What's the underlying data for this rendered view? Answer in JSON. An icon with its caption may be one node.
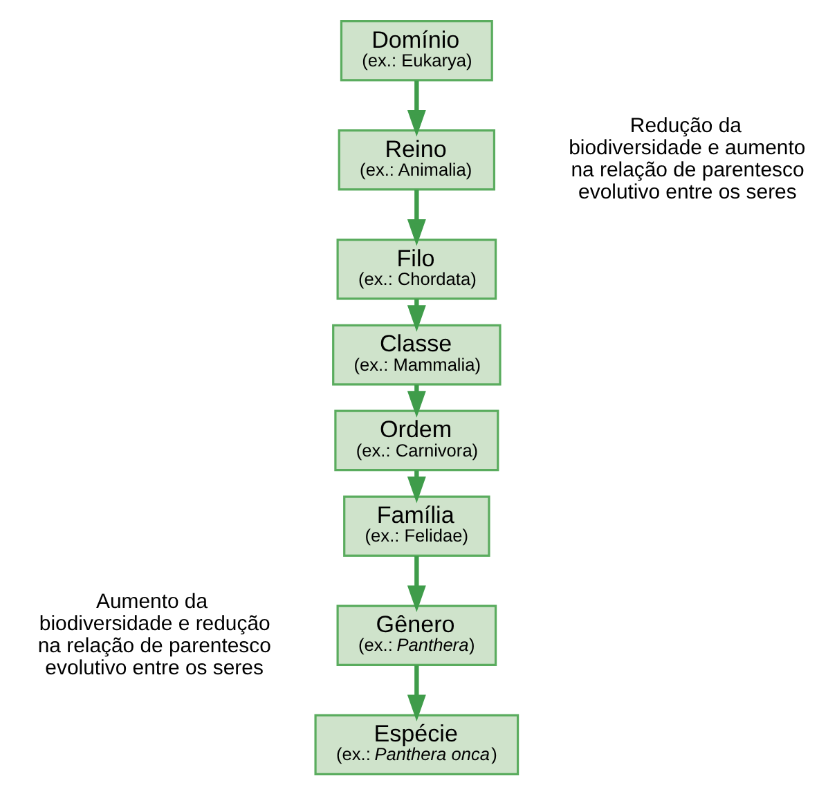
{
  "diagram": {
    "nodes": [
      {
        "text": [
          "Domínio",
          "(ex.: Eukarya)"
        ]
      },
      {
        "text": [
          "Reino",
          "(ex.: Animalia)"
        ]
      },
      {
        "text": [
          "Filo",
          "(ex.: Chordata)"
        ]
      },
      {
        "text": [
          "Classe",
          "(ex.: Mammalia)"
        ]
      },
      {
        "text": [
          "Ordem",
          "(ex.: Carnivora)"
        ]
      },
      {
        "text": [
          "Família",
          "(ex.: Felidae)"
        ]
      },
      {
        "text": [
          "Gênero",
          "(ex.: *Panthera*)"
        ]
      },
      {
        "text": [
          "Espécie",
          "(ex.: *Panthera onca*)"
        ]
      }
    ],
    "edges": [
      {
        "from": 0,
        "to": 1,
        "arrow": "to"
      },
      {
        "from": 1,
        "to": 2,
        "arrow": "to"
      },
      {
        "from": 2,
        "to": 3,
        "arrow": "to"
      },
      {
        "from": 3,
        "to": 4,
        "arrow": "to"
      },
      {
        "from": 4,
        "to": 5,
        "arrow": "to"
      },
      {
        "from": 5,
        "to": 6,
        "arrow": "to"
      },
      {
        "from": 6,
        "to": 7,
        "arrow": "to"
      }
    ],
    "labels": [
      "Redução da biodiversidade e aumento na relação de parentesco evolutivo entre os seres",
      "Aumento da biodiversidade e redução na relação de parentesco evolutivo entre os seres"
    ]
  }
}
